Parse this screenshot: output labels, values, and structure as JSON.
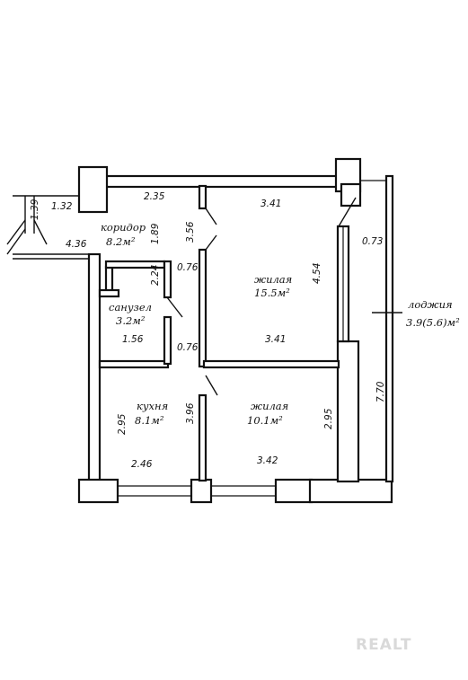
{
  "rooms": {
    "corridor": {
      "name": "коридор",
      "area": "8.2м²"
    },
    "bathroom": {
      "name": "санузел",
      "area": "3.2м²"
    },
    "living_large": {
      "name": "жилая",
      "area": "15.5м²"
    },
    "kitchen": {
      "name": "кухня",
      "area": "8.1м²"
    },
    "living_small": {
      "name": "жилая",
      "area": "10.1м²"
    },
    "loggia": {
      "name": "лоджия",
      "area": "3.9(5.6)м²"
    }
  },
  "dimensions": {
    "d_139": "1.39",
    "d_132": "1.32",
    "d_235": "2.35",
    "d_436": "4.36",
    "d_189": "1.89",
    "d_356": "3.56",
    "d_341_top": "3.41",
    "d_073": "0.73",
    "d_224": "2.24",
    "d_076_a": "0.76",
    "d_454": "4.54",
    "d_156": "1.56",
    "d_076_b": "0.76",
    "d_341_bottom": "3.41",
    "d_295_left": "2.95",
    "d_396": "3.96",
    "d_295_right": "2.95",
    "d_770": "7.70",
    "d_246": "2.46",
    "d_342": "3.42"
  },
  "watermark": "REALT"
}
